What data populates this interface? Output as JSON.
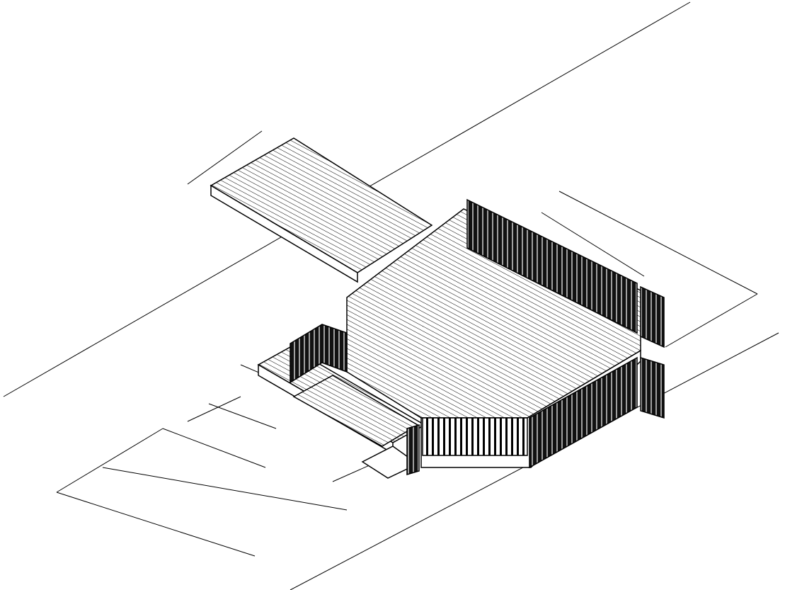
{
  "drawing": {
    "kind": "isometric deck with pergola line drawing",
    "colors": {
      "line": "#000000",
      "background": "#ffffff",
      "panel": "#111111"
    },
    "rafter_count_upper": 15,
    "rafter_count_lower": 5
  }
}
